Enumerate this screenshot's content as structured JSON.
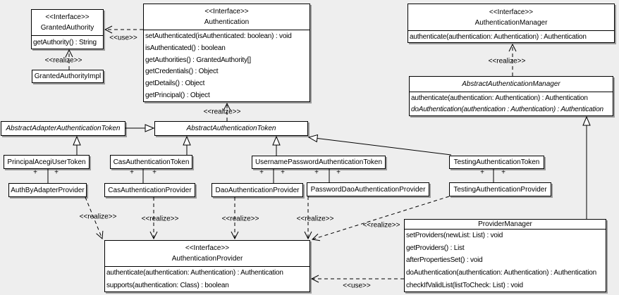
{
  "labels": {
    "interface_stereotype": "<<Interface>>",
    "use": "<<use>>",
    "realize": "<<realize>>",
    "plus": "+"
  },
  "classes": {
    "granted_authority": {
      "name": "GrantedAuthority",
      "methods": [
        "getAuthority() : String"
      ]
    },
    "granted_authority_impl": {
      "name": "GrantedAuthorityImpl"
    },
    "authentication": {
      "name": "Authentication",
      "methods": [
        "setAuthenticated(isAuthenticated: boolean) : void",
        "isAuthenticated() : boolean",
        "getAuthorities() : GrantedAuthority[]",
        "getCredentials() : Object",
        "getDetails() : Object",
        "getPrincipal() : Object"
      ]
    },
    "authentication_manager": {
      "name": "AuthenticationManager",
      "methods": [
        "authenticate(authentication: Authentication) : Authentication"
      ]
    },
    "abstract_authentication_manager": {
      "name": "AbstractAuthenticationManager",
      "methods": [
        "authenticate(authentication: Authentication) : Authentication",
        "doAuthentication(authentication : Authentication) : Authentication"
      ]
    },
    "abstract_adapter_authentication_token": {
      "name": "AbstractAdapterAuthenticationToken"
    },
    "abstract_authentication_token": {
      "name": "AbstractAuthenticationToken"
    },
    "principal_acegi_user_token": {
      "name": "PrincipalAcegiUserToken"
    },
    "cas_authentication_token": {
      "name": "CasAuthenticationToken"
    },
    "username_password_authentication_token": {
      "name": "UsernamePasswordAuthenticationToken"
    },
    "testing_authentication_token": {
      "name": "TestingAuthenticationToken"
    },
    "auth_by_adapter_provider": {
      "name": "AuthByAdapterProvider"
    },
    "cas_authentication_provider": {
      "name": "CasAuthenticationProvider"
    },
    "dao_authentication_provider": {
      "name": "DaoAuthenticationProvider"
    },
    "password_dao_authentication_provider": {
      "name": "PasswordDaoAuthenticationProvider"
    },
    "testing_authentication_provider": {
      "name": "TestingAuthenticationProvider"
    },
    "authentication_provider": {
      "name": "AuthenticationProvider",
      "methods": [
        "authenticate(authentication: Authentication) : Authentication",
        "supports(authentication: Class) : boolean"
      ]
    },
    "provider_manager": {
      "name": "ProviderManager",
      "methods": [
        "setProviders(newList: List) : void",
        "getProviders() : List",
        "afterPropertiesSet() : void",
        "doAuthentication(authentication: Authentication) : Authentication",
        "checkIfValidList(listToCheck: List) : void"
      ]
    }
  },
  "colors": {
    "background": "#eeeeee",
    "box_fill": "#ffffff",
    "box_border": "#000000",
    "box_shadow": "#9c9c9c",
    "line": "#000000",
    "text": "#000000"
  }
}
